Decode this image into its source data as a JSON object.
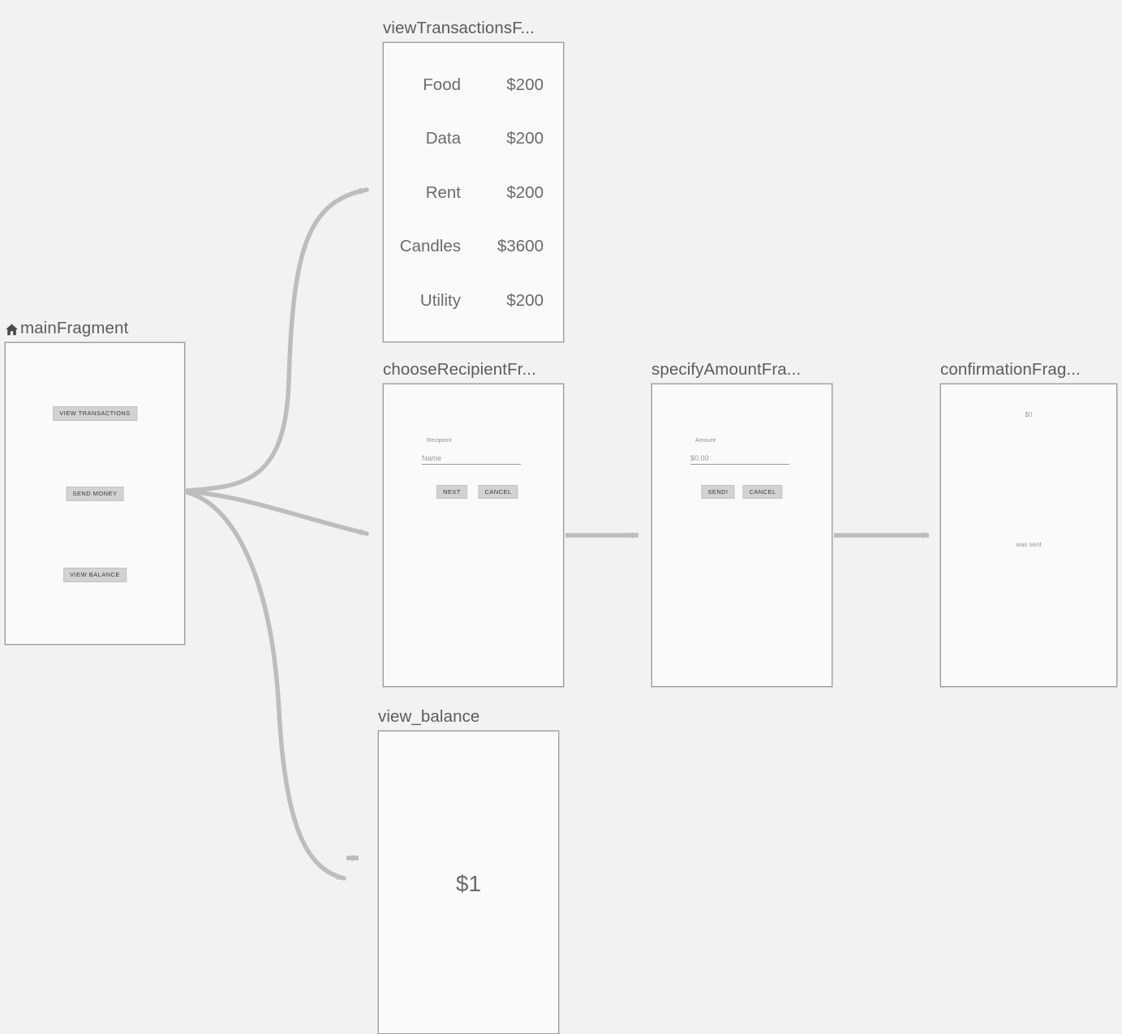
{
  "canvas": {
    "background": "#f2f2f2",
    "edge_color": "#bdbdbd",
    "frame_border_color": "#9e9e9e",
    "frame_fill": "#fafafa",
    "title_color": "#5c5c5c"
  },
  "nodes": {
    "main": {
      "title": "mainFragment",
      "is_start_destination": true,
      "start_icon": "home-icon",
      "buttons": [
        {
          "label": "VIEW TRANSACTIONS"
        },
        {
          "label": "SEND MONEY"
        },
        {
          "label": "VIEW BALANCE"
        }
      ]
    },
    "transactions": {
      "title": "viewTransactionsF...",
      "rows": [
        {
          "label": "Food",
          "amount": "$200"
        },
        {
          "label": "Data",
          "amount": "$200"
        },
        {
          "label": "Rent",
          "amount": "$200"
        },
        {
          "label": "Candles",
          "amount": "$3600"
        },
        {
          "label": "Utility",
          "amount": "$200"
        }
      ]
    },
    "choose_recipient": {
      "title": "chooseRecipientFr...",
      "field_label": "Recipient",
      "field_placeholder": "Name",
      "primary_button": "NEXT",
      "secondary_button": "CANCEL"
    },
    "specify_amount": {
      "title": "specifyAmountFra...",
      "field_label": "Amount",
      "field_placeholder": "$0.00",
      "primary_button": "SEND!",
      "secondary_button": "CANCEL"
    },
    "confirmation": {
      "title": "confirmationFrag...",
      "amount": "$0",
      "note": "was sent"
    },
    "balance": {
      "title": "view_balance",
      "amount": "$1"
    }
  }
}
